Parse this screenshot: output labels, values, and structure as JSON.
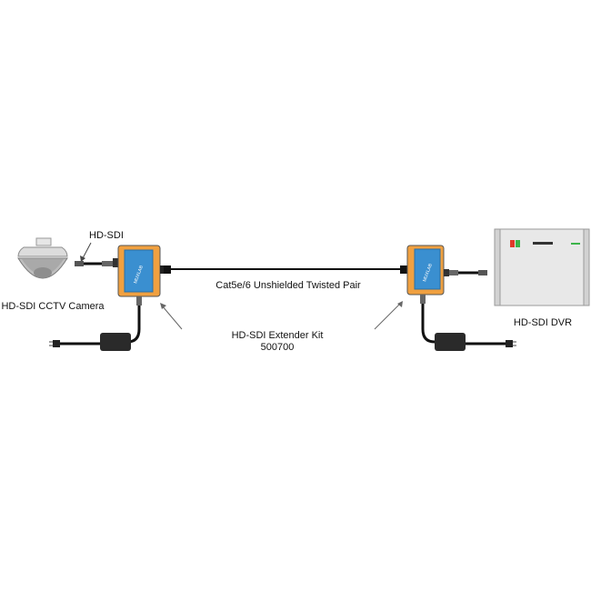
{
  "labels": {
    "hdsdi_input": "HD-SDI",
    "camera": "HD-SDI CCTV Camera",
    "cable": "Cat5e/6 Unshielded Twisted Pair",
    "kit_name": "HD-SDI Extender Kit",
    "kit_model": "500700",
    "dvr": "HD-SDI DVR"
  },
  "colors": {
    "extender_orange": "#f0a040",
    "extender_blue": "#3a8fd0",
    "cable": "#111111",
    "dvr_led_red": "#e03a2a",
    "dvr_led_green": "#3cb44a"
  },
  "icons": [
    "camera-dome-icon",
    "extender-transmitter-icon",
    "extender-receiver-icon",
    "power-adapter-icon",
    "dvr-icon",
    "bnc-connector-icon",
    "rj45-connector-icon"
  ]
}
